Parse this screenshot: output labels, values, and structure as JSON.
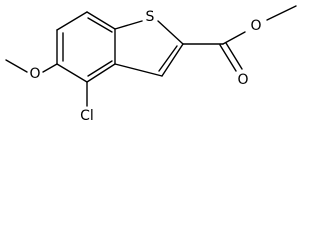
{
  "structure": {
    "atoms": {
      "sulfur": "S",
      "ester_oxygen": "O",
      "carbonyl_oxygen": "O",
      "methoxy_oxygen": "O",
      "chlorine": "Cl"
    }
  },
  "colors": {
    "ink": "#000000",
    "background": "#ffffff"
  }
}
